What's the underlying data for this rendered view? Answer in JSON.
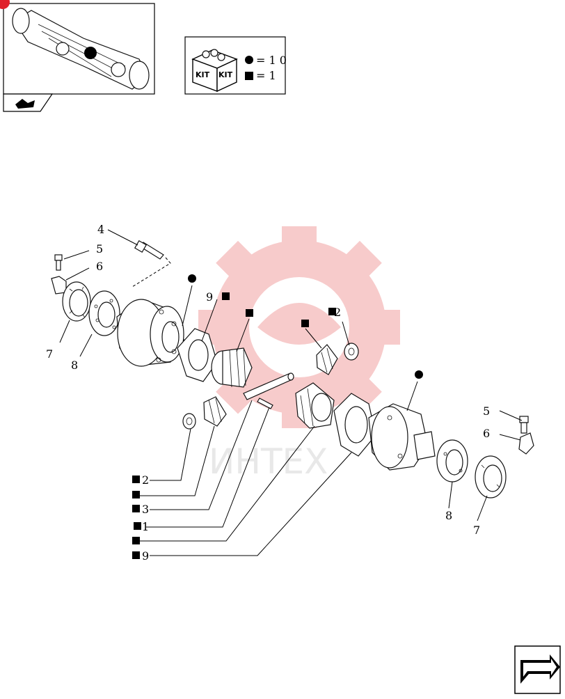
{
  "kit_legend": {
    "label_left": "KIT",
    "label_right": "KIT",
    "circle_value": "= 1  0",
    "square_value": "= 1"
  },
  "watermark": {
    "text": "ИНТЕХ",
    "color": "#f4b8b8"
  },
  "callouts": {
    "c4": "4",
    "c5_left": "5",
    "c6_left": "6",
    "c7_left": "7",
    "c8_left": "8",
    "c9_top": "9",
    "c2_top": "2",
    "c5_right": "5",
    "c6_right": "6",
    "c8_right": "8",
    "c7_right": "7",
    "list_2": "2",
    "list_3": "3",
    "list_1": "1",
    "list_9": "9"
  },
  "colors": {
    "badge": "#e0202a",
    "ink": "#111111"
  }
}
